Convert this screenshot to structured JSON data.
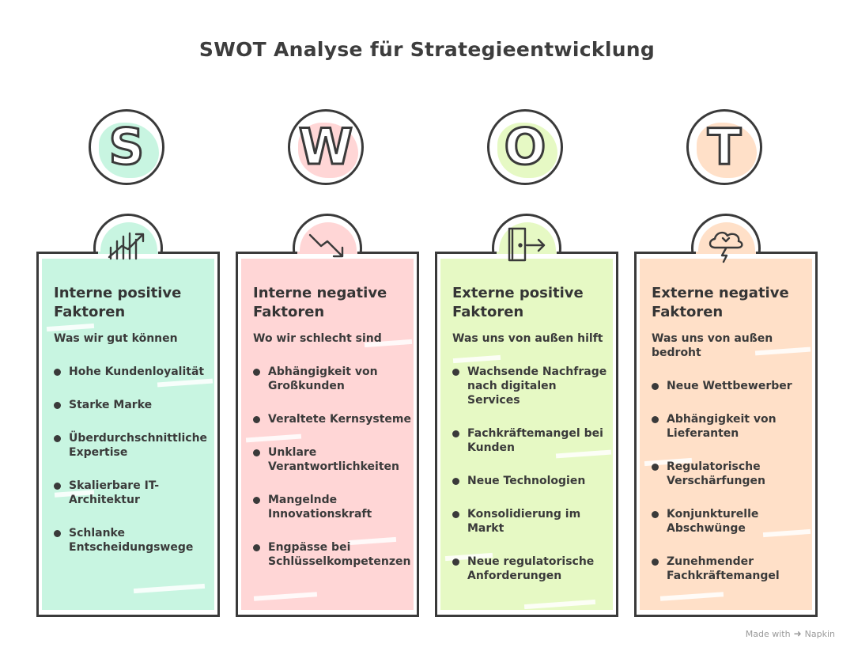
{
  "title": "SWOT Analyse für Strategieentwicklung",
  "columns": [
    {
      "letter": "S",
      "color": "#c8f5e1",
      "icon": "trend-up-chart-icon",
      "heading": "Interne positive Faktoren",
      "subtitle": "Was wir gut können",
      "items": [
        "Hohe Kundenloyalität",
        "Starke Marke",
        "Überdurchschnittliche Expertise",
        "Skalierbare IT-Architektur",
        "Schlanke Entscheidungswege"
      ]
    },
    {
      "letter": "W",
      "color": "#ffd6d6",
      "icon": "trend-down-arrow-icon",
      "heading": "Interne negative Faktoren",
      "subtitle": "Wo wir schlecht sind",
      "items": [
        "Abhängigkeit von Großkunden",
        "Veraltete Kernsysteme",
        "Unklare Verantwortlichkeiten",
        "Mangelnde Innovationskraft",
        "Engpässe bei Schlüsselkompetenzen"
      ]
    },
    {
      "letter": "O",
      "color": "#e6f9c4",
      "icon": "door-exit-icon",
      "heading": "Externe positive Faktoren",
      "subtitle": "Was uns von außen hilft",
      "items": [
        "Wachsende Nachfrage nach digitalen Services",
        "Fachkräftemangel bei Kunden",
        "Neue Technologien",
        "Konsolidierung im Markt",
        "Neue regulatorische Anforderungen"
      ]
    },
    {
      "letter": "T",
      "color": "#ffe0c8",
      "icon": "storm-cloud-icon",
      "heading": "Externe negative Faktoren",
      "subtitle": "Was uns von außen bedroht",
      "items": [
        "Neue Wettbewerber",
        "Abhängigkeit von Lieferanten",
        "Regulatorische Verschärfungen",
        "Konjunkturelle Abschwünge",
        "Zunehmender Fachkräftemangel"
      ]
    }
  ],
  "footer": {
    "made_with": "Made with",
    "brand": "Napkin"
  }
}
